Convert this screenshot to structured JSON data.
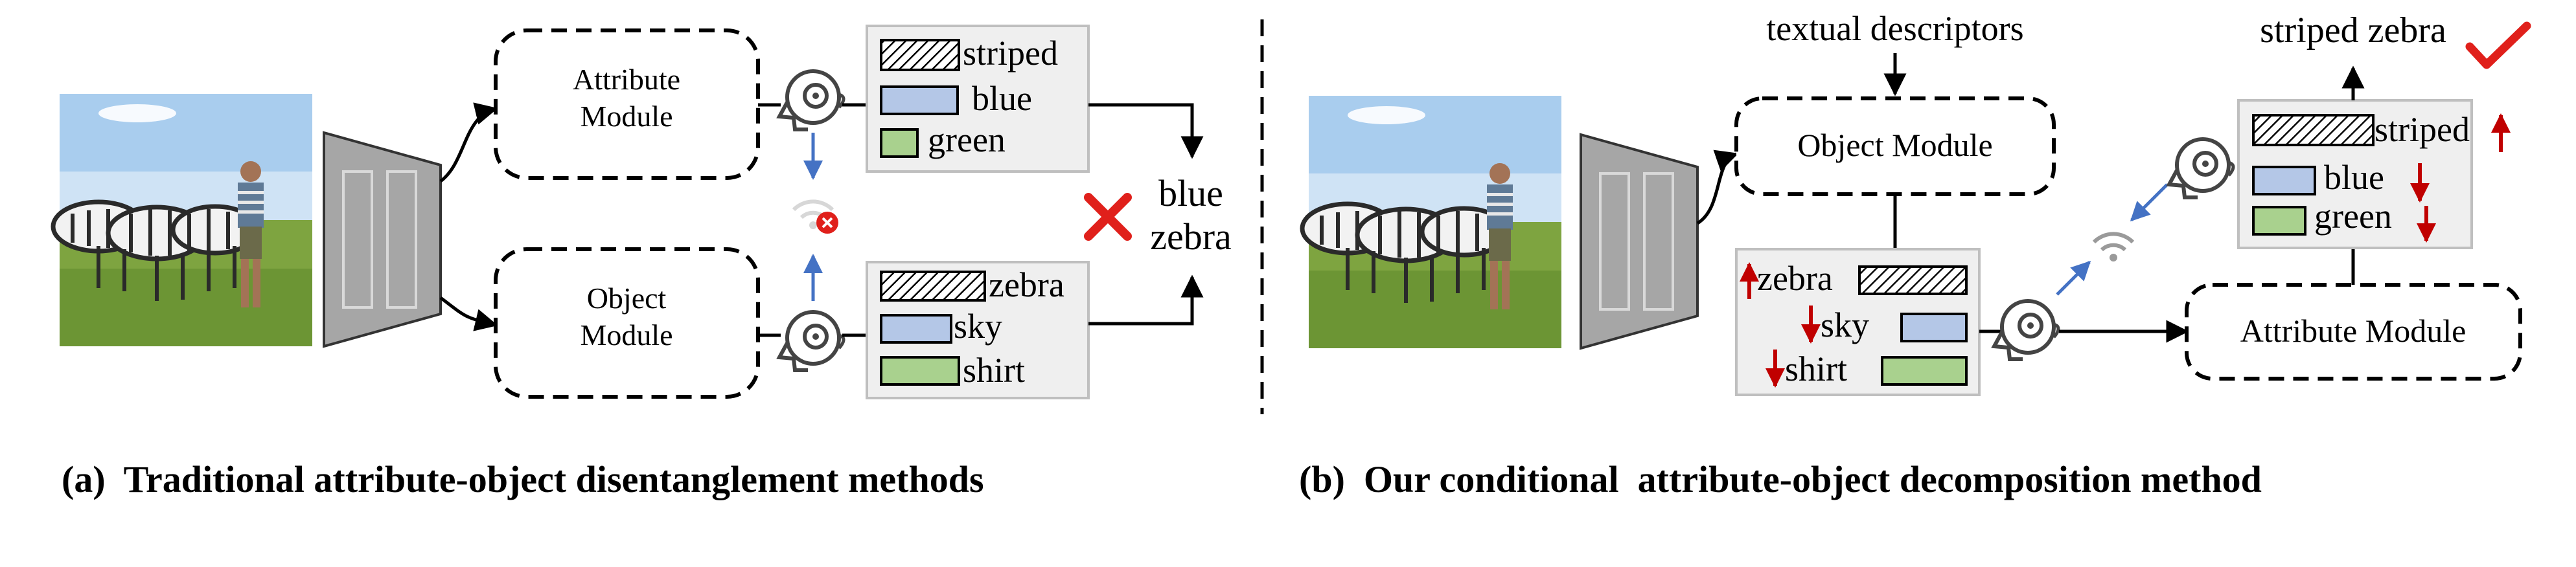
{
  "panel_a": {
    "attribute_module": [
      "Attribute",
      "Module"
    ],
    "object_module": [
      "Object",
      "Module"
    ],
    "attr_scores": [
      "striped",
      "blue",
      "green"
    ],
    "obj_scores": [
      "zebra",
      "sky",
      "shirt"
    ],
    "prediction": [
      "blue",
      "zebra"
    ],
    "caption": "(a)  Traditional attribute-object disentanglement methods"
  },
  "panel_b": {
    "textual_descriptors": "textual descriptors",
    "object_module": "Object Module",
    "attribute_module": "Attribute Module",
    "obj_scores": [
      "zebra",
      "sky",
      "shirt"
    ],
    "attr_scores": [
      "striped",
      "blue",
      "green"
    ],
    "prediction": "striped zebra",
    "caption": "(b)  Our conditional  attribute-object decomposition method"
  },
  "colors": {
    "hatch": "#000000",
    "blue_bar": "#b4c7e7",
    "green_bar": "#a9d18e",
    "score_panel": "#efefef",
    "encoder": "#a6a6a6",
    "wrong_mark": "#e0201b",
    "up_down_arrow": "#c00000",
    "comm_arrow": "#4472c4"
  },
  "icons": [
    "robot-head-icon",
    "wifi-signal-icon",
    "wifi-blocked-icon",
    "cross-icon",
    "checkmark-icon"
  ]
}
